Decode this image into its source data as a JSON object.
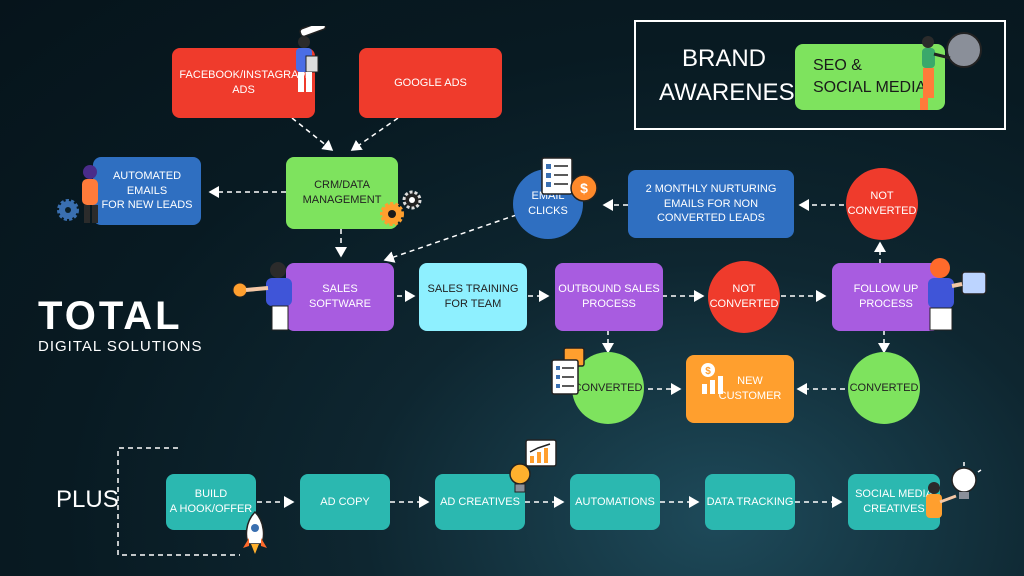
{
  "brand": {
    "brand_awareness": "BRAND\nAWARENESS",
    "seo_social": "SEO &\nSOCIAL MEDIA"
  },
  "logo": {
    "main": "TOTAL",
    "sub": "DIGITAL SOLUTIONS"
  },
  "plus_label": "PLUS",
  "nodes": {
    "facebook_instagram_ads": "FACEBOOK/INSTAGRAM\nADS",
    "google_ads": "GOOGLE ADS",
    "crm": "CRM/DATA\nMANAGEMENT",
    "automated_emails": "AUTOMATED EMAILS\nFOR NEW LEADS",
    "email_clicks": "EMAIL CLICKS",
    "nurturing_emails": "2 MONTHLY NURTURING\nEMAILS FOR NON\nCONVERTED LEADS",
    "not_converted_top": "NOT\nCONVERTED",
    "sales_software": "SALES\nSOFTWARE",
    "sales_training": "SALES TRAINING\nFOR TEAM",
    "outbound_sales": "OUTBOUND SALES\nPROCESS",
    "not_converted_mid": "NOT\nCONVERTED",
    "follow_up": "FOLLOW UP\nPROCESS",
    "converted_left": "CONVERTED",
    "new_customer": "NEW\nCUSTOMER",
    "converted_right": "CONVERTED",
    "build_hook": "BUILD\nA HOOK/OFFER",
    "ad_copy": "AD COPY",
    "ad_creatives": "AD CREATIVES",
    "automations": "AUTOMATIONS",
    "data_tracking": "DATA TRACKING",
    "social_creatives": "SOCIAL MEDIA\nCREATIVES"
  },
  "icons": {
    "dollar_symbol": "$",
    "chart_icon": "chart-icon",
    "rocket_icon": "rocket-icon",
    "gear_icon": "gear-icon",
    "lightbulb_icon": "lightbulb-icon",
    "checklist_icon": "checklist-icon",
    "coin_icon": "coin-icon"
  },
  "colors": {
    "red": "#ef3b2c",
    "green": "#7ee35e",
    "blue": "#2f6fc1",
    "purple": "#a85ce0",
    "cyan": "#8ef0ff",
    "orange": "#ff9f2e",
    "teal": "#2bb8b0",
    "background": "#0b1f28"
  }
}
